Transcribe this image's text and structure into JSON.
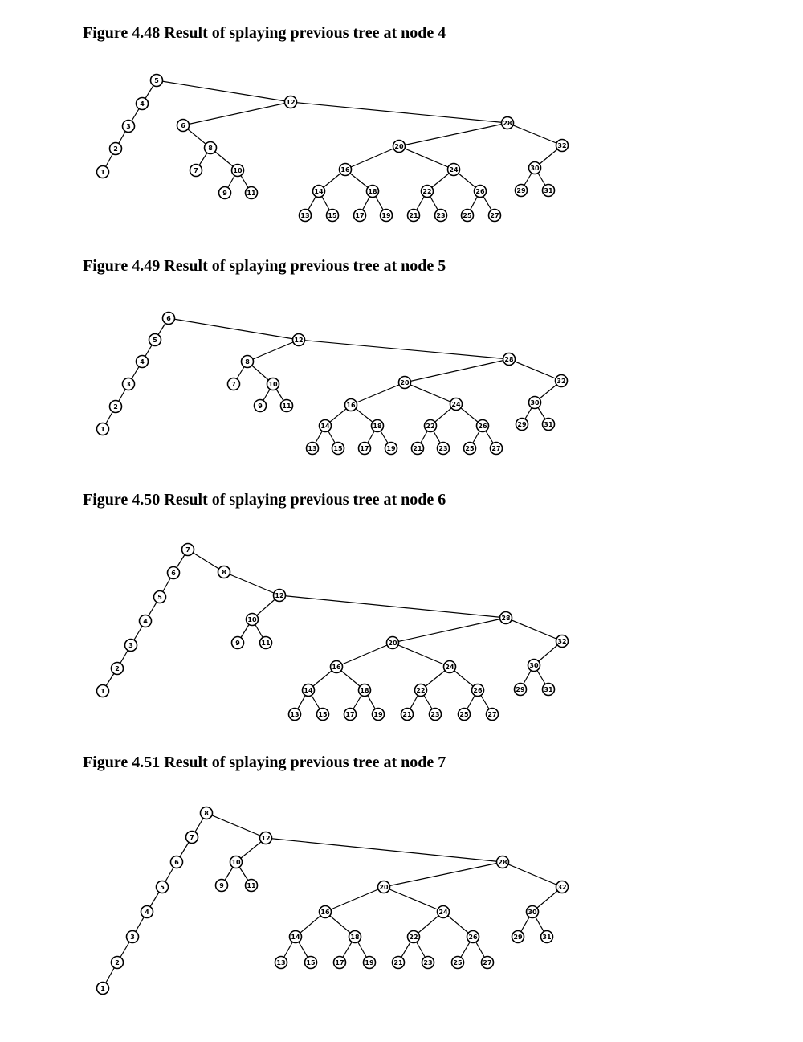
{
  "figures": [
    {
      "caption": "Figure 4.48 Result of splaying previous tree at node 4",
      "edges": [
        [
          5,
          4
        ],
        [
          4,
          3
        ],
        [
          3,
          2
        ],
        [
          2,
          1
        ],
        [
          5,
          12
        ],
        [
          12,
          6
        ],
        [
          6,
          8
        ],
        [
          8,
          7
        ],
        [
          8,
          10
        ],
        [
          10,
          9
        ],
        [
          10,
          11
        ],
        [
          12,
          28
        ],
        [
          28,
          20
        ],
        [
          20,
          16
        ],
        [
          16,
          14
        ],
        [
          14,
          13
        ],
        [
          14,
          15
        ],
        [
          16,
          18
        ],
        [
          18,
          17
        ],
        [
          18,
          19
        ],
        [
          20,
          24
        ],
        [
          24,
          22
        ],
        [
          22,
          21
        ],
        [
          22,
          23
        ],
        [
          24,
          26
        ],
        [
          26,
          25
        ],
        [
          26,
          27
        ],
        [
          28,
          32
        ],
        [
          32,
          30
        ],
        [
          30,
          29
        ],
        [
          30,
          31
        ]
      ]
    },
    {
      "caption": "Figure 4.49 Result of splaying previous tree at node 5",
      "edges": [
        [
          6,
          5
        ],
        [
          5,
          4
        ],
        [
          4,
          3
        ],
        [
          3,
          2
        ],
        [
          2,
          1
        ],
        [
          6,
          12
        ],
        [
          12,
          8
        ],
        [
          8,
          7
        ],
        [
          8,
          10
        ],
        [
          10,
          9
        ],
        [
          10,
          11
        ],
        [
          12,
          28
        ],
        [
          28,
          20
        ],
        [
          20,
          16
        ],
        [
          16,
          14
        ],
        [
          14,
          13
        ],
        [
          14,
          15
        ],
        [
          16,
          18
        ],
        [
          18,
          17
        ],
        [
          18,
          19
        ],
        [
          20,
          24
        ],
        [
          24,
          22
        ],
        [
          22,
          21
        ],
        [
          22,
          23
        ],
        [
          24,
          26
        ],
        [
          26,
          25
        ],
        [
          26,
          27
        ],
        [
          28,
          32
        ],
        [
          32,
          30
        ],
        [
          30,
          29
        ],
        [
          30,
          31
        ]
      ]
    },
    {
      "caption": "Figure 4.50 Result of splaying previous tree at node 6",
      "edges": [
        [
          7,
          6
        ],
        [
          6,
          5
        ],
        [
          5,
          4
        ],
        [
          4,
          3
        ],
        [
          3,
          2
        ],
        [
          2,
          1
        ],
        [
          7,
          8
        ],
        [
          8,
          12
        ],
        [
          12,
          10
        ],
        [
          10,
          9
        ],
        [
          10,
          11
        ],
        [
          12,
          28
        ],
        [
          28,
          20
        ],
        [
          20,
          16
        ],
        [
          16,
          14
        ],
        [
          14,
          13
        ],
        [
          14,
          15
        ],
        [
          16,
          18
        ],
        [
          18,
          17
        ],
        [
          18,
          19
        ],
        [
          20,
          24
        ],
        [
          24,
          22
        ],
        [
          22,
          21
        ],
        [
          22,
          23
        ],
        [
          24,
          26
        ],
        [
          26,
          25
        ],
        [
          26,
          27
        ],
        [
          28,
          32
        ],
        [
          32,
          30
        ],
        [
          30,
          29
        ],
        [
          30,
          31
        ]
      ]
    },
    {
      "caption": "Figure 4.51 Result of splaying previous tree at node 7",
      "edges": [
        [
          8,
          7
        ],
        [
          7,
          6
        ],
        [
          6,
          5
        ],
        [
          5,
          4
        ],
        [
          4,
          3
        ],
        [
          3,
          2
        ],
        [
          2,
          1
        ],
        [
          8,
          12
        ],
        [
          12,
          10
        ],
        [
          10,
          9
        ],
        [
          10,
          11
        ],
        [
          12,
          28
        ],
        [
          28,
          20
        ],
        [
          20,
          16
        ],
        [
          16,
          14
        ],
        [
          14,
          13
        ],
        [
          14,
          15
        ],
        [
          16,
          18
        ],
        [
          18,
          17
        ],
        [
          18,
          19
        ],
        [
          20,
          24
        ],
        [
          24,
          22
        ],
        [
          22,
          21
        ],
        [
          22,
          23
        ],
        [
          24,
          26
        ],
        [
          26,
          25
        ],
        [
          26,
          27
        ],
        [
          28,
          32
        ],
        [
          32,
          30
        ],
        [
          30,
          29
        ],
        [
          30,
          31
        ]
      ]
    }
  ]
}
